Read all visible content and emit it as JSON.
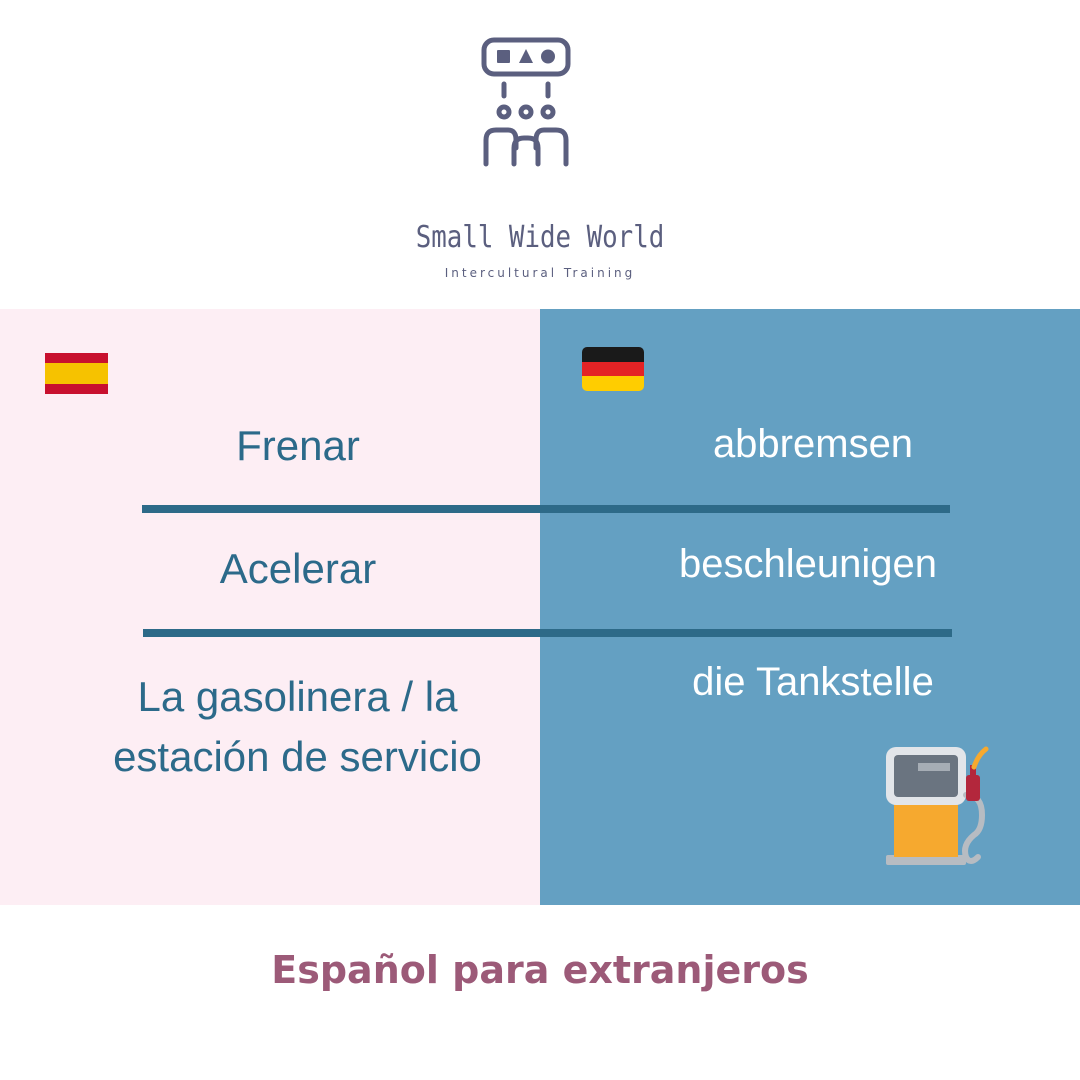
{
  "logo": {
    "icon": "network-people-icon",
    "name": "Small Wide World",
    "tagline": "Intercultural Training"
  },
  "columns": {
    "left": {
      "flag_icon": "spain-flag-icon",
      "background": "#fdeef4",
      "text_color": "#2c6a8a"
    },
    "right": {
      "flag_icon": "germany-flag-icon",
      "background": "#64a0c2",
      "text_color": "#ffffff"
    }
  },
  "vocabulary": [
    {
      "es": "Frenar",
      "de": "abbremsen"
    },
    {
      "es": "Acelerar",
      "de": "beschleunigen"
    },
    {
      "es": "La gasolinera / la estación de servicio",
      "de": "die Tankstelle"
    }
  ],
  "illustration": "gas-pump-icon",
  "footer": {
    "title": "Español para extranjeros",
    "color": "#9c5a78"
  }
}
